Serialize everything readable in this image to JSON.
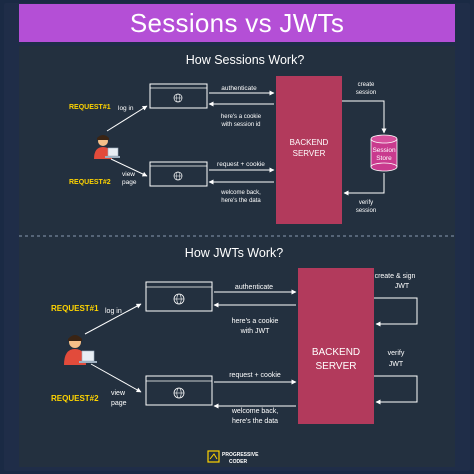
{
  "title": "Sessions vs JWTs",
  "sessions": {
    "heading": "How Sessions Work?",
    "request1": "REQUEST#1",
    "request2": "REQUEST#2",
    "login": "log in",
    "view_line1": "view",
    "view_line2": "page",
    "authenticate": "authenticate",
    "cookie_line1": "here's a cookie",
    "cookie_line2": "with session id",
    "request_cookie": "request + cookie",
    "welcome_line1": "welcome back,",
    "welcome_line2": "here's the data",
    "backend_line1": "BACKEND",
    "backend_line2": "SERVER",
    "create_line1": "create",
    "create_line2": "session",
    "verify_line1": "verify",
    "verify_line2": "session",
    "store_line1": "Session",
    "store_line2": "Store"
  },
  "jwts": {
    "heading": "How JWTs Work?",
    "request1": "REQUEST#1",
    "request2": "REQUEST#2",
    "login": "log in",
    "view_line1": "view",
    "view_line2": "page",
    "authenticate": "authenticate",
    "cookie_line1": "here's a cookie",
    "cookie_line2": "with JWT",
    "request_cookie": "request + cookie",
    "welcome_line1": "welcome back,",
    "welcome_line2": "here's the data",
    "backend_line1": "BACKEND",
    "backend_line2": "SERVER",
    "create_line1": "create & sign",
    "create_line2": "JWT",
    "verify_line1": "verify",
    "verify_line2": "JWT"
  },
  "logo": {
    "line1": "PROGRESSIVE",
    "line2": "CODER"
  },
  "colors": {
    "banner": "#b44fd6",
    "server": "#b23a5c",
    "store": "#c93a8e",
    "request_label": "#ffd400",
    "background": "#23303f"
  }
}
